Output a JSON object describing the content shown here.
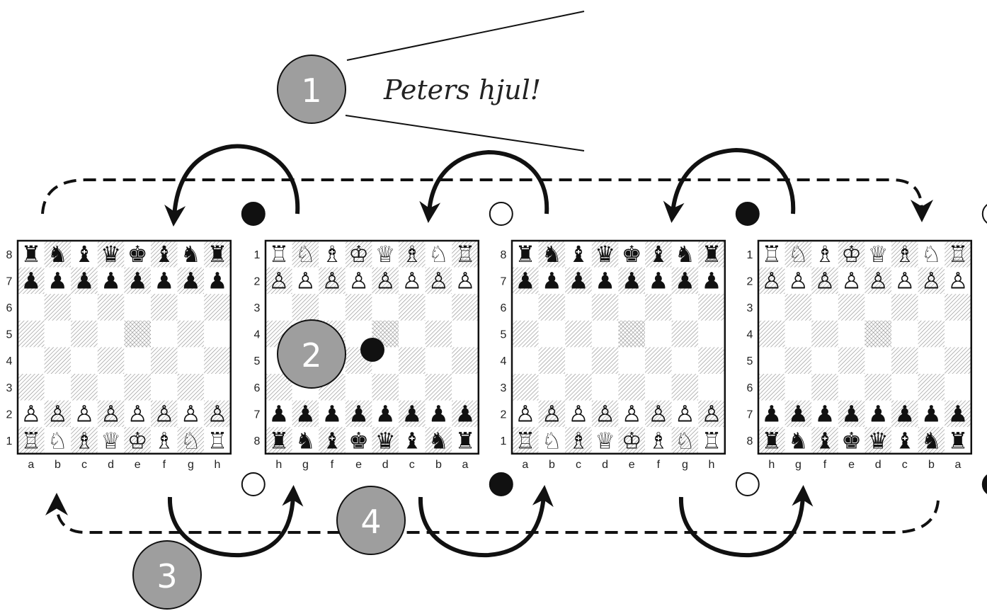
{
  "callout": {
    "title": "Peters hjul!"
  },
  "markers": [
    "1",
    "2",
    "3",
    "4"
  ],
  "boards": [
    {
      "id": "board-1",
      "ranks": [
        "8",
        "7",
        "6",
        "5",
        "4",
        "3",
        "2",
        "1"
      ],
      "files": [
        "a",
        "b",
        "c",
        "d",
        "e",
        "f",
        "g",
        "h"
      ],
      "turn_indicator_top": "black",
      "turn_indicator_bottom": "white",
      "rows": [
        "rnbqkbnr",
        "pppppppp",
        "........",
        "........",
        "........",
        "........",
        "PPPPPPPP",
        "RNBQKBNR"
      ]
    },
    {
      "id": "board-2",
      "ranks": [
        "1",
        "2",
        "3",
        "4",
        "5",
        "6",
        "7",
        "8"
      ],
      "files": [
        "h",
        "g",
        "f",
        "e",
        "d",
        "c",
        "b",
        "a"
      ],
      "turn_indicator_top": "white",
      "turn_indicator_bottom": "black",
      "rows": [
        "RNBKQBNR",
        "PPPPPPPP",
        "........",
        "........",
        "........",
        "........",
        "pppppppp",
        "rnbkqbnr"
      ]
    },
    {
      "id": "board-3",
      "ranks": [
        "8",
        "7",
        "6",
        "5",
        "4",
        "3",
        "2",
        "1"
      ],
      "files": [
        "a",
        "b",
        "c",
        "d",
        "e",
        "f",
        "g",
        "h"
      ],
      "turn_indicator_top": "black",
      "turn_indicator_bottom": "white",
      "rows": [
        "rnbqkbnr",
        "pppppppp",
        "........",
        "........",
        "........",
        "........",
        "PPPPPPPP",
        "RNBQKBNR"
      ]
    },
    {
      "id": "board-4",
      "ranks": [
        "1",
        "2",
        "3",
        "4",
        "5",
        "6",
        "7",
        "8"
      ],
      "files": [
        "h",
        "g",
        "f",
        "e",
        "d",
        "c",
        "b",
        "a"
      ],
      "turn_indicator_top": "white",
      "turn_indicator_bottom": "black",
      "rows": [
        "RNBKQBNR",
        "PPPPPPPP",
        "........",
        "........",
        "........",
        "........",
        "pppppppp",
        "rnbkqbnr"
      ]
    }
  ],
  "piece_glyphs": {
    "K": "♔",
    "Q": "♕",
    "R": "♖",
    "B": "♗",
    "N": "♘",
    "P": "♙",
    "k": "♚",
    "q": "♛",
    "r": "♜",
    "b": "♝",
    "n": "♞",
    "p": "♟"
  },
  "colors": {
    "marker_fill": "#9e9e9e",
    "line": "#111111",
    "hatch": "#8a8a8a"
  }
}
